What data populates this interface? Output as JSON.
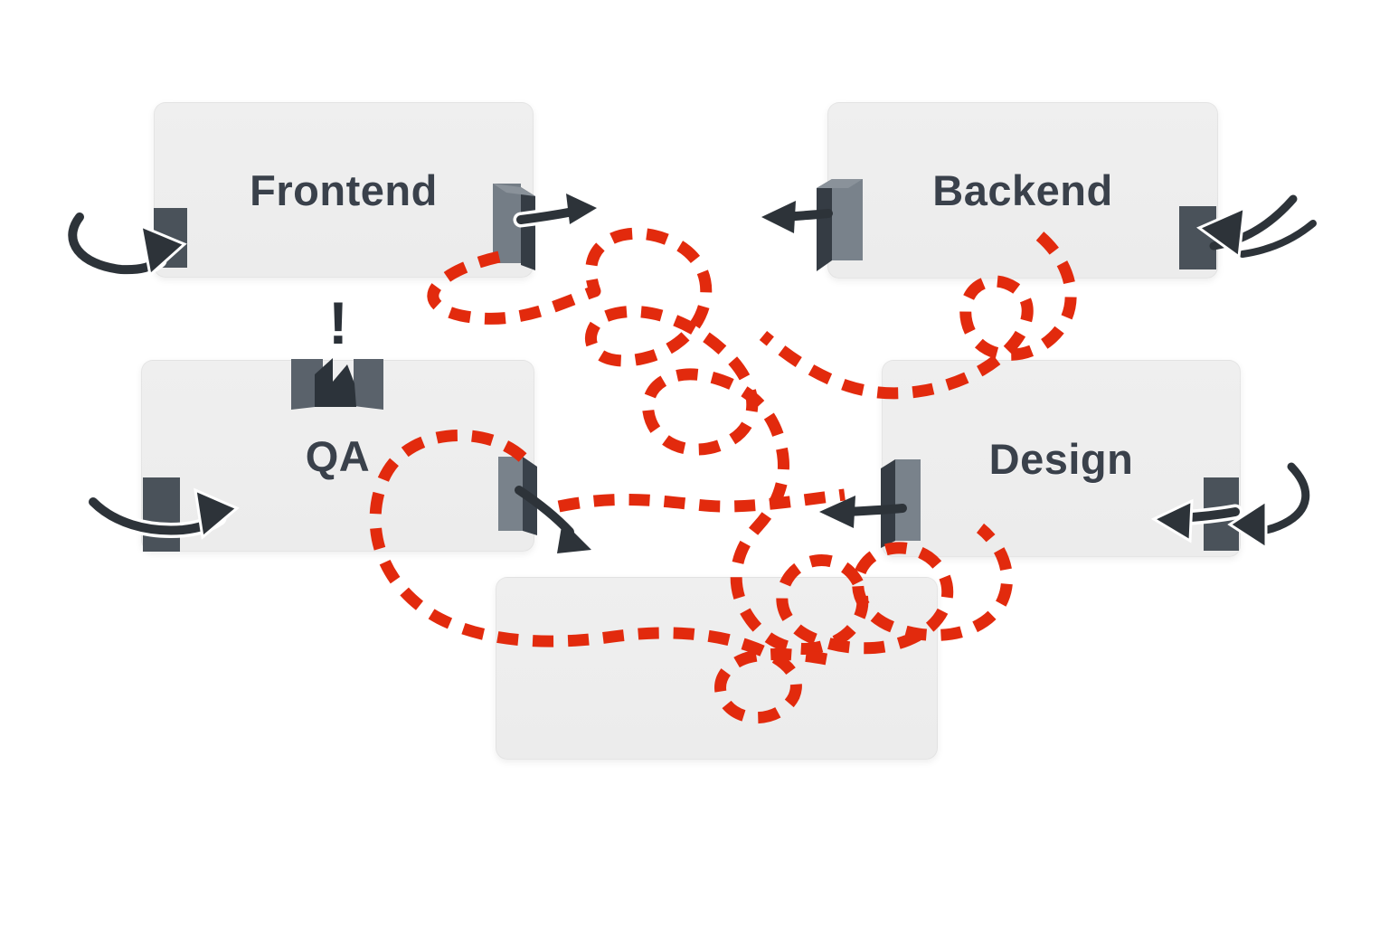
{
  "diagram": {
    "title": "",
    "nodes": [
      {
        "id": "frontend",
        "label": "Frontend"
      },
      {
        "id": "backend",
        "label": "Backend"
      },
      {
        "id": "qa",
        "label": "QA"
      },
      {
        "id": "design",
        "label": "Design"
      },
      {
        "id": "untitled",
        "label": ""
      }
    ],
    "alert": {
      "symbol": "!",
      "attached_to": "qa"
    },
    "flow_style": {
      "type": "tangled-dashed-line",
      "color": "#e22a0d"
    },
    "colors": {
      "background": "#ffffff",
      "box_fill": "#ededed",
      "label_text": "#3a414b",
      "connector_dark": "#4a525a",
      "connector_face": "#79828b",
      "connector_side": "#353c44",
      "arrow": "#2d3339",
      "flow_red": "#e22a0d"
    }
  }
}
